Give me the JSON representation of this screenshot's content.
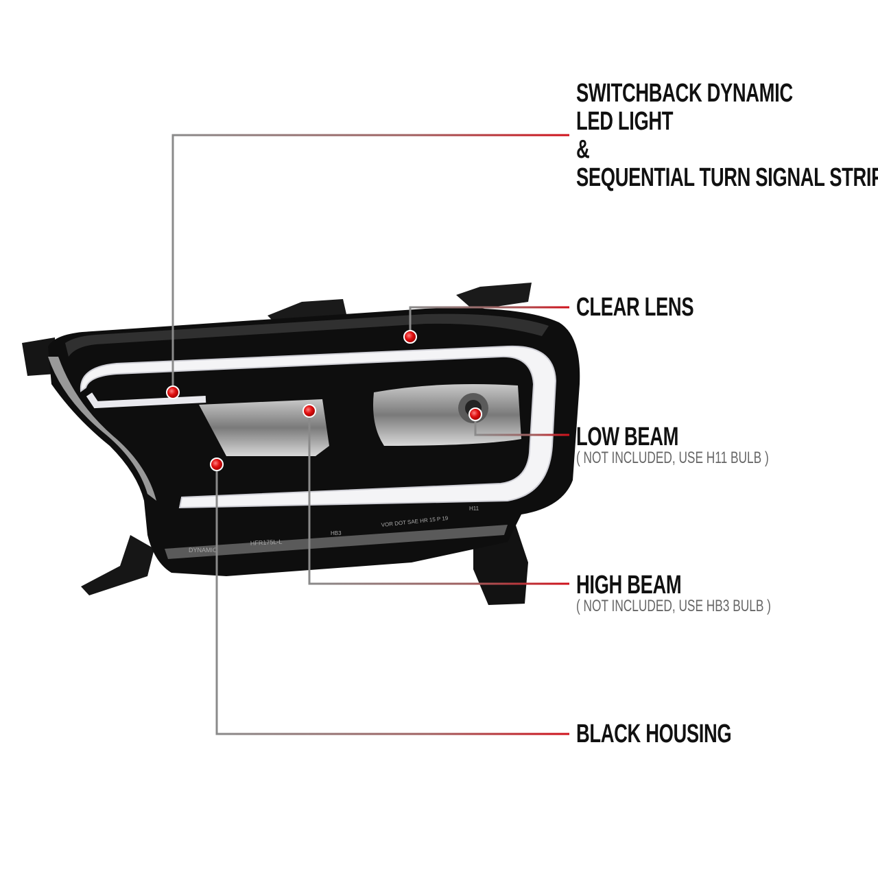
{
  "callouts": [
    {
      "id": "switchback",
      "lines": [
        "SWITCHBACK DYNAMIC",
        "LED LIGHT",
        "&",
        "SEQUENTIAL TURN SIGNAL STRIP"
      ]
    },
    {
      "id": "clear-lens",
      "title": "CLEAR LENS"
    },
    {
      "id": "low-beam",
      "title": "LOW BEAM",
      "note": "( NOT INCLUDED, USE  H11  BULB )"
    },
    {
      "id": "high-beam",
      "title": "HIGH BEAM",
      "note": "( NOT INCLUDED, USE  HB3  BULB )"
    },
    {
      "id": "black-housing",
      "title": "BLACK HOUSING"
    }
  ],
  "product_markings": [
    "DYNAMIC",
    "HFR175L-L",
    "HB3",
    "VOR DOT SAE HR 15 P 19",
    "H11"
  ],
  "colors": {
    "callout_line_start": "#8a8a8a",
    "callout_line_end": "#d0101a",
    "dot": "#e01010",
    "housing": "#0d0d0d",
    "led_strip": "#f4f4f6"
  }
}
